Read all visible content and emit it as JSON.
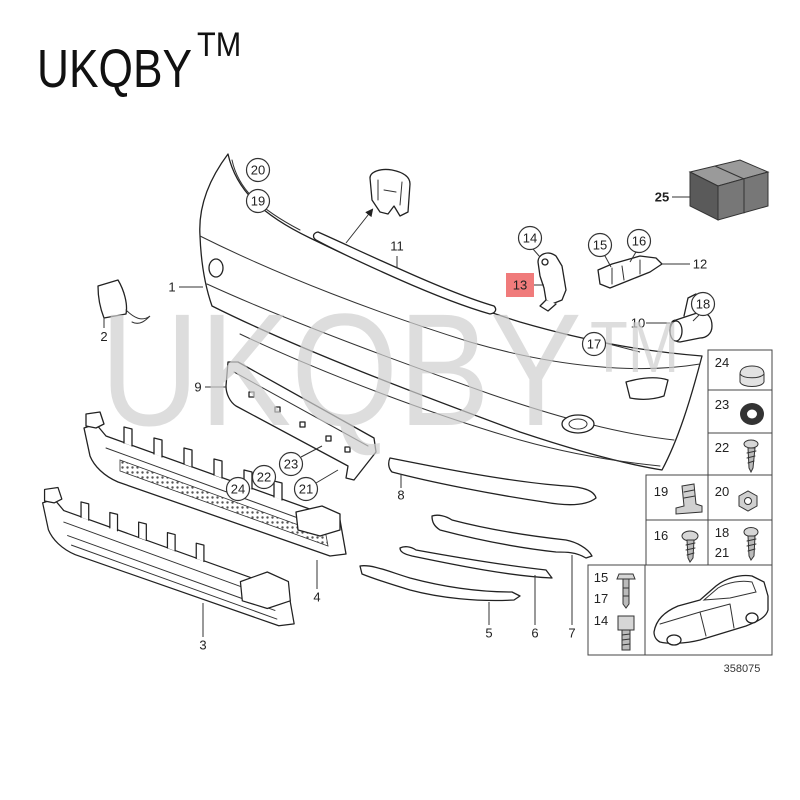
{
  "brand": {
    "name": "UKQBY",
    "mark": "TM"
  },
  "watermark": {
    "name": "UKQBY",
    "mark": "TM"
  },
  "diagram": {
    "callouts": [
      "20",
      "19",
      "11",
      "1",
      "2",
      "14",
      "13",
      "15",
      "16",
      "12",
      "25",
      "18",
      "10",
      "17",
      "9",
      "23",
      "22",
      "24",
      "21",
      "8",
      "4",
      "3",
      "5",
      "6",
      "7"
    ],
    "highlight_color": "#f07b7b",
    "catalog_number": "358075"
  },
  "hardware_panel": {
    "labels": [
      "24",
      "23",
      "22",
      "19",
      "20",
      "16",
      "18",
      "21",
      "15",
      "17",
      "14"
    ]
  },
  "colors": {
    "line": "#222222",
    "watermark": "#cfcfcf",
    "parts_box": "#6b6b6b"
  }
}
